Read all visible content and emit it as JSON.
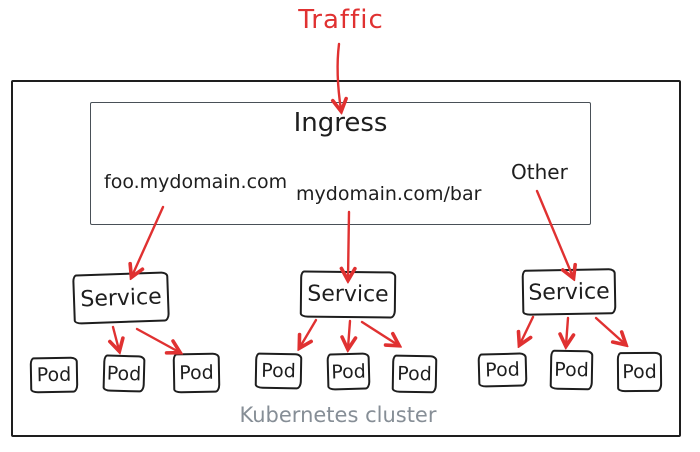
{
  "traffic": {
    "label": "Traffic"
  },
  "ingress": {
    "title": "Ingress",
    "rules": [
      {
        "label": "foo.mydomain.com"
      },
      {
        "label": "mydomain.com/bar"
      },
      {
        "label": "Other"
      }
    ]
  },
  "services": [
    {
      "label": "Service",
      "pods": [
        "Pod",
        "Pod",
        "Pod"
      ]
    },
    {
      "label": "Service",
      "pods": [
        "Pod",
        "Pod",
        "Pod"
      ]
    },
    {
      "label": "Service",
      "pods": [
        "Pod",
        "Pod",
        "Pod"
      ]
    }
  ],
  "cluster": {
    "label": "Kubernetes cluster"
  },
  "colors": {
    "arrow": "#e03131",
    "traffic_text": "#e03131",
    "box_outline": "#1e1e1e",
    "ingress_outline": "#495057",
    "cluster_text": "#868e96",
    "background": "#ffffff"
  }
}
